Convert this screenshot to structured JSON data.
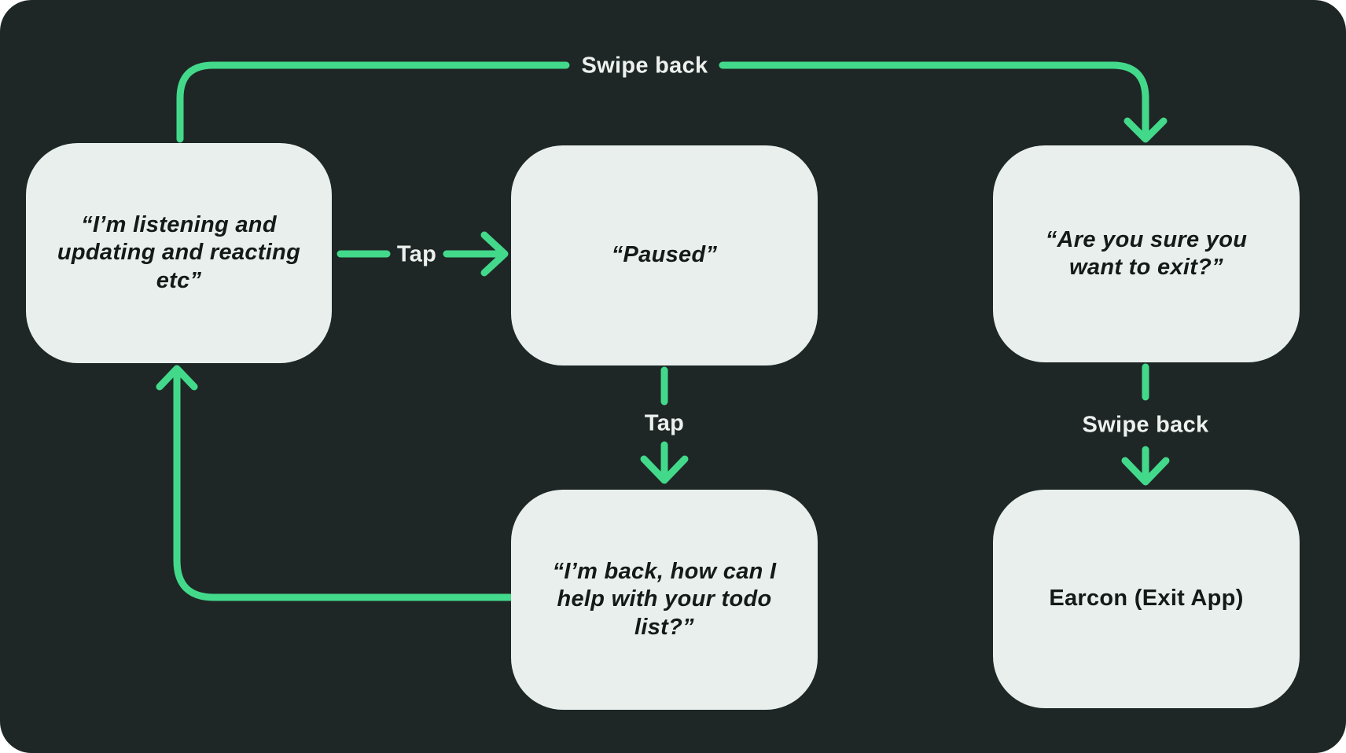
{
  "colors": {
    "background": "#1F2726",
    "node_fill": "#E8EFEC",
    "node_text": "#141A18",
    "edge_label_text": "#ECF1EE",
    "accent_green": "#43D98B"
  },
  "diagram": {
    "type": "flowchart",
    "nodes": [
      {
        "id": "listening",
        "text": "“I’m listening and updating and reacting etc”"
      },
      {
        "id": "paused",
        "text": "“Paused”"
      },
      {
        "id": "exit-confirm",
        "text": "“Are you sure you want to exit?”"
      },
      {
        "id": "back-helping",
        "text": "“I’m back, how can I help with your todo list?”"
      },
      {
        "id": "earcon-exit",
        "text": "Earcon (Exit App)"
      }
    ],
    "edges": [
      {
        "from": "listening",
        "to": "exit-confirm",
        "label": "Swipe back"
      },
      {
        "from": "listening",
        "to": "paused",
        "label": "Tap"
      },
      {
        "from": "paused",
        "to": "back-helping",
        "label": "Tap"
      },
      {
        "from": "exit-confirm",
        "to": "earcon-exit",
        "label": "Swipe back"
      },
      {
        "from": "back-helping",
        "to": "listening",
        "label": ""
      }
    ]
  }
}
